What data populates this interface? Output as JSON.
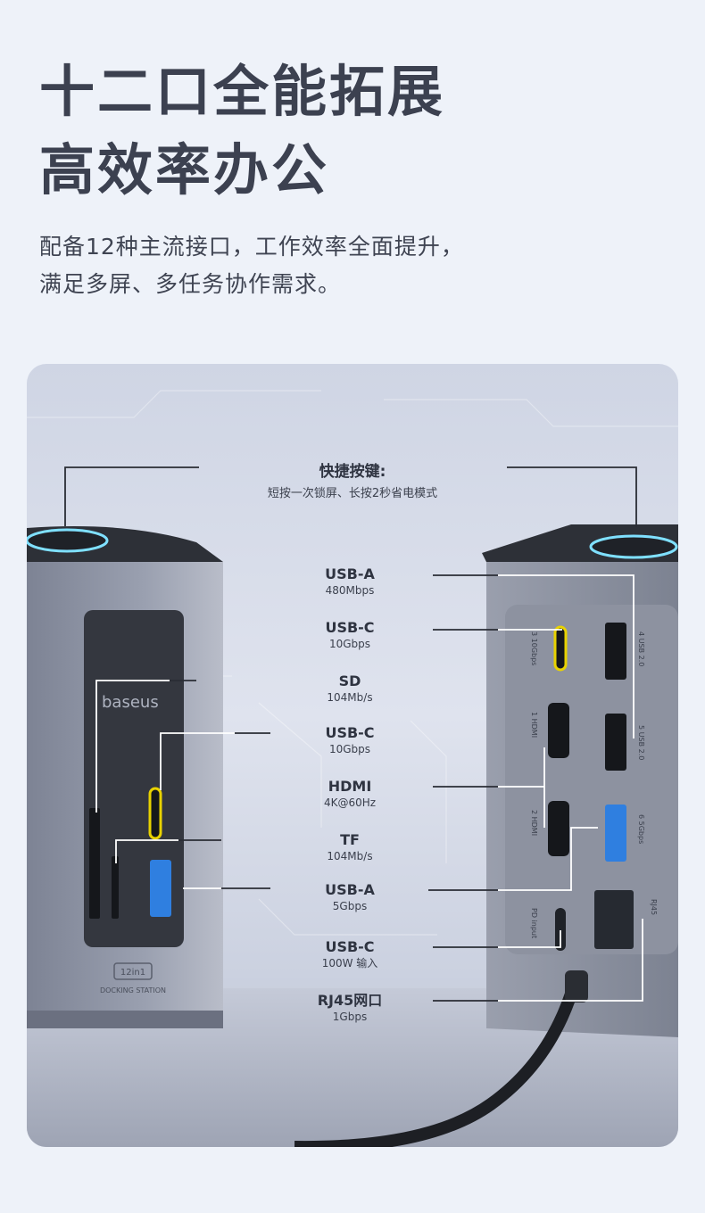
{
  "headline": [
    "十二口全能拓展",
    "高效率办公"
  ],
  "description": [
    "配备12种主流接口，工作效率全面提升，",
    "满足多屏、多任务协作需求。"
  ],
  "quick_key": {
    "title": "快捷按键:",
    "subtitle": "短按一次锁屏、长按2秒省电模式"
  },
  "ports": [
    {
      "name": "USB-A",
      "spec": "480Mbps"
    },
    {
      "name": "USB-C",
      "spec": "10Gbps"
    },
    {
      "name": "SD",
      "spec": "104Mb/s"
    },
    {
      "name": "USB-C",
      "spec": "10Gbps"
    },
    {
      "name": "HDMI",
      "spec": "4K@60Hz"
    },
    {
      "name": "TF",
      "spec": "104Mb/s"
    },
    {
      "name": "USB-A",
      "spec": "5Gbps"
    },
    {
      "name": "USB-C",
      "spec": "100W 输入"
    },
    {
      "name": "RJ45网口",
      "spec": "1Gbps"
    }
  ],
  "device": {
    "brand": "baseus",
    "model_badge": "12in1",
    "model_caption": "DOCKING STATION",
    "port_marks": [
      "3 10Gbps",
      "1 HDMI",
      "2 HDMI",
      "4 USB 2.0",
      "5 USB 2.0",
      "6 5Gbps",
      "PD input",
      "RJ45"
    ]
  },
  "colors": {
    "accent_usb_c": "#e8d200",
    "accent_usb_a": "#2f7fe0",
    "ring_glow": "#7fe0ff"
  }
}
